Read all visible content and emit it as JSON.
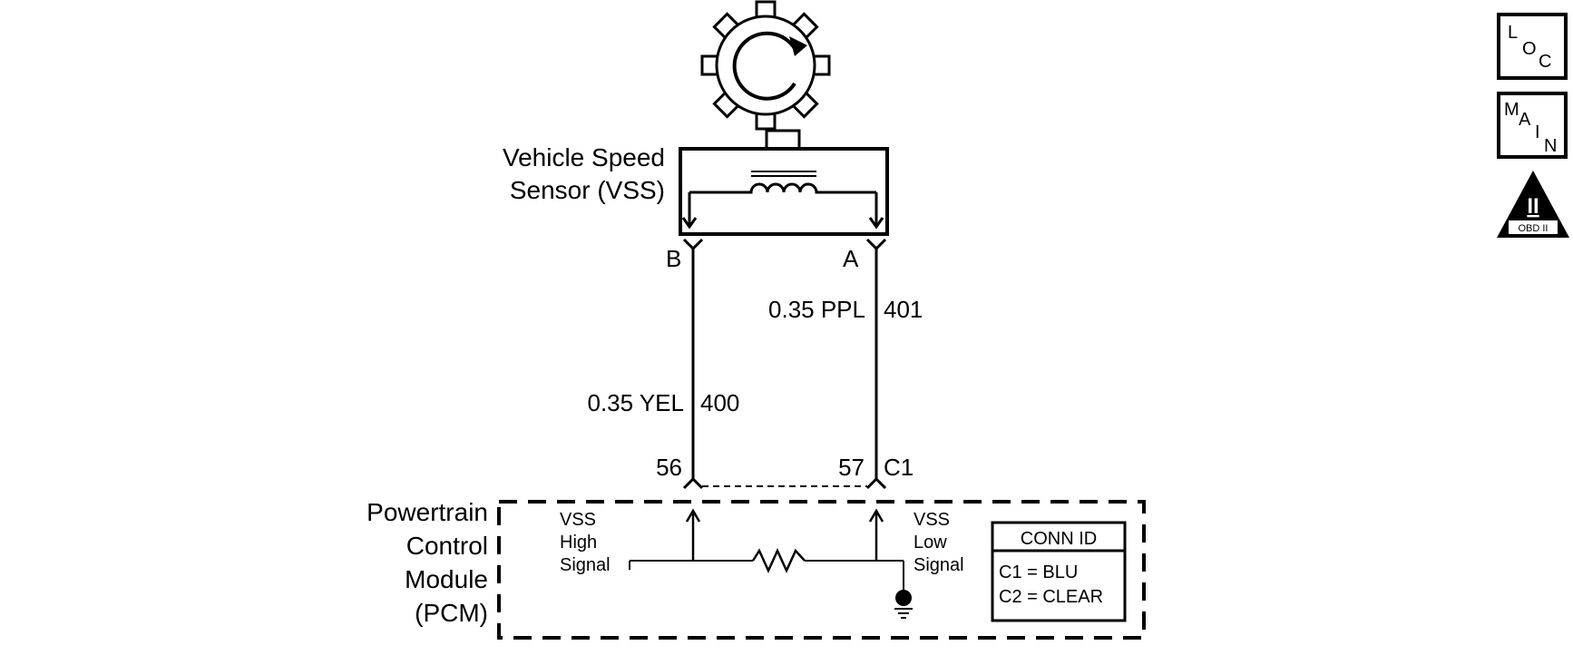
{
  "sensor": {
    "name_line1": "Vehicle Speed",
    "name_line2": "Sensor (VSS)",
    "pin_b": "B",
    "pin_a": "A"
  },
  "wires": {
    "a": {
      "spec": "0.35 PPL",
      "circuit": "401"
    },
    "b": {
      "spec": "0.35 YEL",
      "circuit": "400"
    }
  },
  "connector": {
    "pin_56": "56",
    "pin_57": "57",
    "id": "C1"
  },
  "pcm": {
    "name_line1": "Powertrain",
    "name_line2": "Control",
    "name_line3": "Module",
    "name_line4": "(PCM)",
    "high_line1": "VSS",
    "high_line2": "High",
    "high_line3": "Signal",
    "low_line1": "VSS",
    "low_line2": "Low",
    "low_line3": "Signal"
  },
  "conn_id": {
    "title": "CONN ID",
    "row1": "C1 = BLU",
    "row2": "C2 = CLEAR"
  },
  "nav": {
    "loc": {
      "l1": "L",
      "l2": "O",
      "l3": "C"
    },
    "main": {
      "l1": "M",
      "l2": "A",
      "l3": "I",
      "l4": "N"
    },
    "obd": {
      "numeral": "II",
      "caption": "OBD II"
    }
  }
}
